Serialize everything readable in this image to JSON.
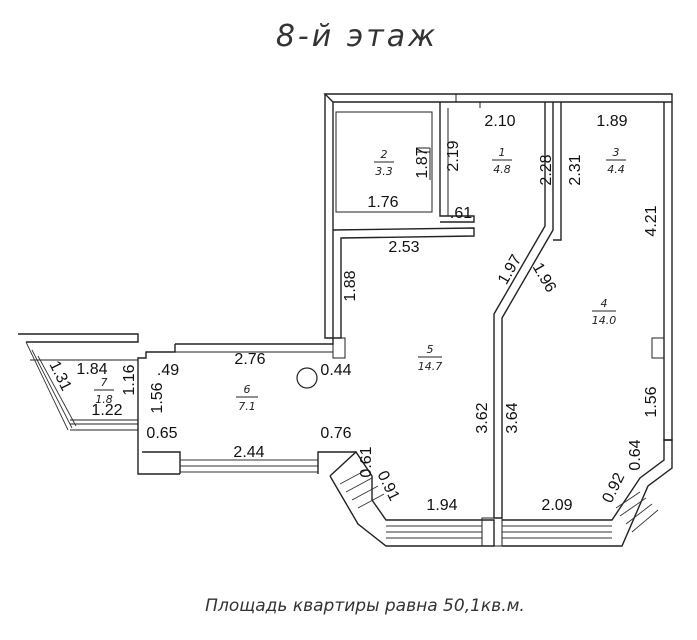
{
  "title": "8-й этаж",
  "footer": "Площадь квартиры равна 50,1кв.м.",
  "rooms": [
    {
      "number": "2",
      "area": "3.3"
    },
    {
      "number": "1",
      "area": "4.8"
    },
    {
      "number": "3",
      "area": "4.4"
    },
    {
      "number": "4",
      "area": "14.0"
    },
    {
      "number": "5",
      "area": "14.7"
    },
    {
      "number": "6",
      "area": "7.1"
    },
    {
      "number": "7",
      "area": "1.8"
    }
  ],
  "dimensions": [
    "2.10",
    "1.89",
    "1.87",
    "2.19",
    "2.28",
    "2.31",
    "1.76",
    ".61",
    "2.53",
    "1.88",
    "1.97",
    "1.96",
    "4.21",
    "2.76",
    ".49",
    "1.84",
    "1.16",
    "1.31",
    "1.56",
    "1.22",
    "0.44",
    "3.62",
    "3.64",
    "1.56",
    "0.65",
    "0.76",
    "0.61",
    "2.44",
    "0.91",
    "1.94",
    "2.09",
    "0.92",
    "0.64"
  ]
}
